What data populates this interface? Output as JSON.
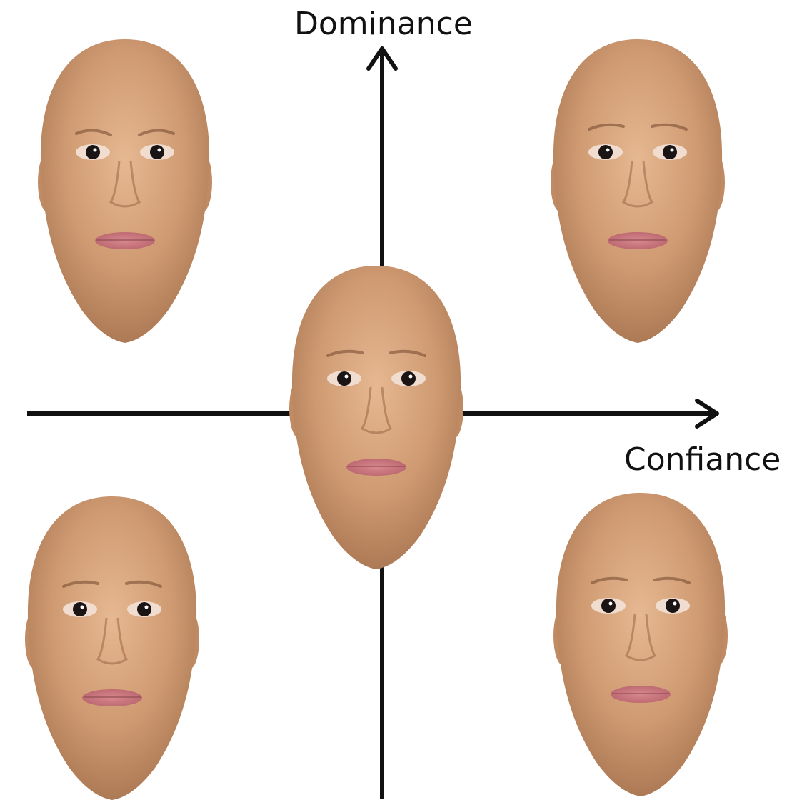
{
  "axes": {
    "y_label": "Dominance",
    "x_label": "Confiance"
  },
  "colors": {
    "axis": "#111111",
    "background": "#ffffff",
    "skin_light": "#d9a77f",
    "skin_mid": "#c08a63",
    "skin_dark": "#9b6a48",
    "lips": "#c9727a",
    "iris": "#1a1414"
  },
  "faces": [
    {
      "name": "face-top-left",
      "quadrant": "high-dominance-low-trust",
      "expression": "stern"
    },
    {
      "name": "face-top-right",
      "quadrant": "high-dominance-high-trust",
      "expression": "neutral"
    },
    {
      "name": "face-center",
      "quadrant": "neutral",
      "expression": "neutral"
    },
    {
      "name": "face-bottom-left",
      "quadrant": "low-dominance-low-trust",
      "expression": "neutral"
    },
    {
      "name": "face-bottom-right",
      "quadrant": "low-dominance-high-trust",
      "expression": "soft"
    }
  ]
}
